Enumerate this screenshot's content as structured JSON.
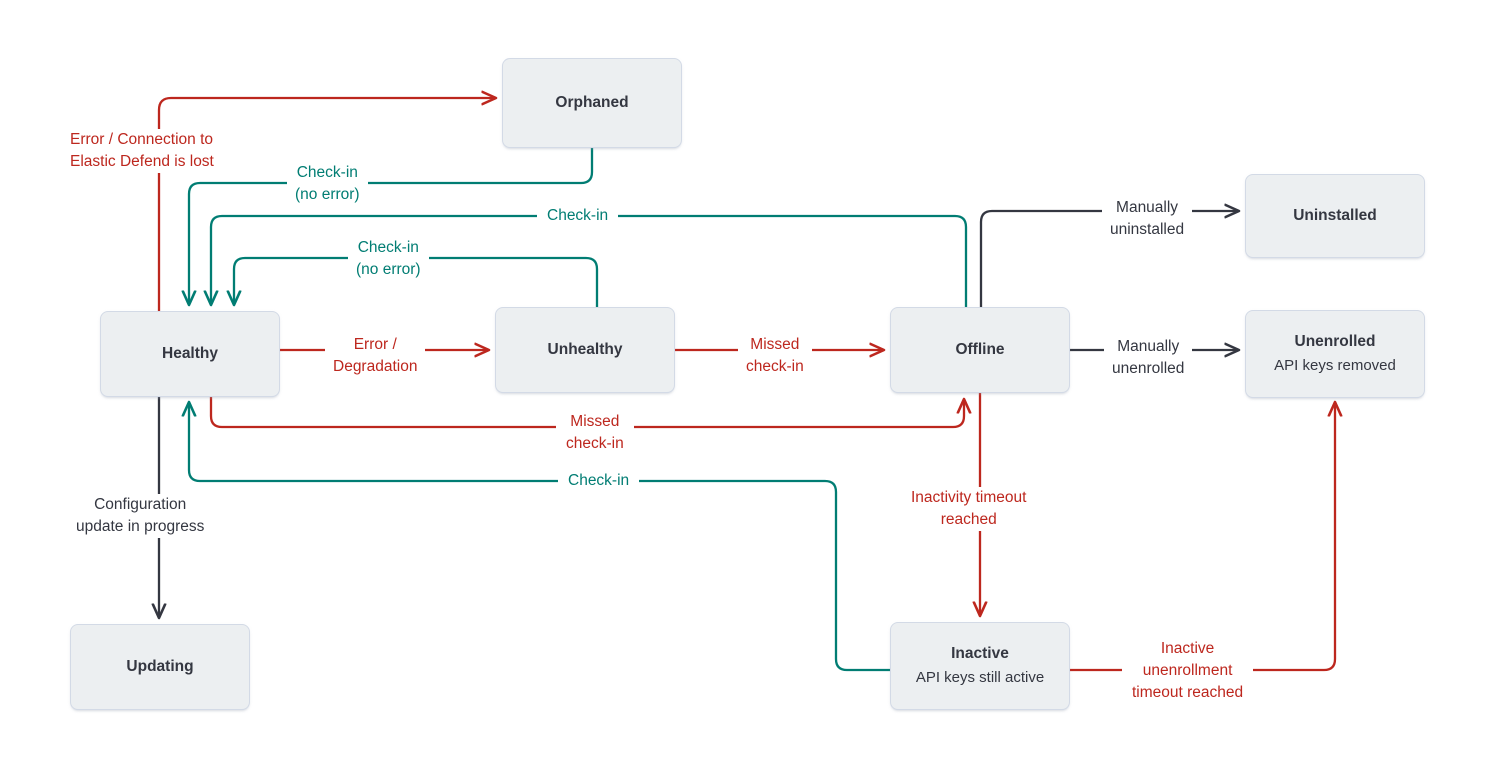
{
  "diagram": {
    "title": "Elastic Agent status state diagram",
    "colors": {
      "red": "#BD271E",
      "green": "#017D73",
      "black": "#343741",
      "node_fill": "#ECEFF1",
      "node_border": "#D3DAE6",
      "background": "#FFFFFF"
    },
    "nodes": [
      {
        "id": "orphaned",
        "title": "Orphaned",
        "subtitle": ""
      },
      {
        "id": "healthy",
        "title": "Healthy",
        "subtitle": ""
      },
      {
        "id": "unhealthy",
        "title": "Unhealthy",
        "subtitle": ""
      },
      {
        "id": "offline",
        "title": "Offline",
        "subtitle": ""
      },
      {
        "id": "uninstalled",
        "title": "Uninstalled",
        "subtitle": ""
      },
      {
        "id": "unenrolled",
        "title": "Unenrolled",
        "subtitle": "API keys removed"
      },
      {
        "id": "updating",
        "title": "Updating",
        "subtitle": ""
      },
      {
        "id": "inactive",
        "title": "Inactive",
        "subtitle": "API keys still active"
      }
    ],
    "edges": [
      {
        "id": "healthy-to-orphaned",
        "from": "healthy",
        "to": "orphaned",
        "label": "Error / Connection to\nElastic Defend is lost",
        "color": "red"
      },
      {
        "id": "orphaned-to-healthy",
        "from": "orphaned",
        "to": "healthy",
        "label": "Check-in\n(no error)",
        "color": "green"
      },
      {
        "id": "offline-to-healthy",
        "from": "offline",
        "to": "healthy",
        "label": "Check-in",
        "color": "green"
      },
      {
        "id": "unhealthy-to-healthy",
        "from": "unhealthy",
        "to": "healthy",
        "label": "Check-in\n(no error)",
        "color": "green"
      },
      {
        "id": "healthy-to-unhealthy",
        "from": "healthy",
        "to": "unhealthy",
        "label": "Error /\nDegradation",
        "color": "red"
      },
      {
        "id": "unhealthy-to-offline",
        "from": "unhealthy",
        "to": "offline",
        "label": "Missed\ncheck-in",
        "color": "red"
      },
      {
        "id": "healthy-to-offline",
        "from": "healthy",
        "to": "offline",
        "label": "Missed\ncheck-in",
        "color": "red"
      },
      {
        "id": "offline-to-uninstalled",
        "from": "offline",
        "to": "uninstalled",
        "label": "Manually\nuninstalled",
        "color": "black"
      },
      {
        "id": "offline-to-unenrolled",
        "from": "offline",
        "to": "unenrolled",
        "label": "Manually\nunenrolled",
        "color": "black"
      },
      {
        "id": "healthy-to-updating",
        "from": "healthy",
        "to": "updating",
        "label": "Configuration\nupdate in progress",
        "color": "black"
      },
      {
        "id": "offline-to-inactive",
        "from": "offline",
        "to": "inactive",
        "label": "Inactivity timeout\nreached",
        "color": "red"
      },
      {
        "id": "inactive-to-offline",
        "from": "inactive",
        "to": "offline",
        "label": "Check-in",
        "color": "green"
      },
      {
        "id": "inactive-to-unenrolled",
        "from": "inactive",
        "to": "unenrolled",
        "label": "Inactive\nunenrollment\ntimeout reached",
        "color": "red"
      }
    ],
    "labels": {
      "error_connection_lost": "Error / Connection to\nElastic Defend is lost",
      "checkin_no_error_orphaned": "Check-in\n(no error)",
      "checkin_offline": "Check-in",
      "checkin_no_error_unhealthy": "Check-in\n(no error)",
      "error_degradation": "Error /\nDegradation",
      "missed_checkin_unhealthy": "Missed\ncheck-in",
      "missed_checkin_healthy": "Missed\ncheck-in",
      "manually_uninstalled": "Manually\nuninstalled",
      "manually_unenrolled": "Manually\nunenrolled",
      "configuration_update": "Configuration\nupdate in progress",
      "inactivity_timeout": "Inactivity timeout\nreached",
      "checkin_inactive": "Check-in",
      "inactive_unenrollment": "Inactive\nunenrollment\ntimeout reached"
    }
  }
}
